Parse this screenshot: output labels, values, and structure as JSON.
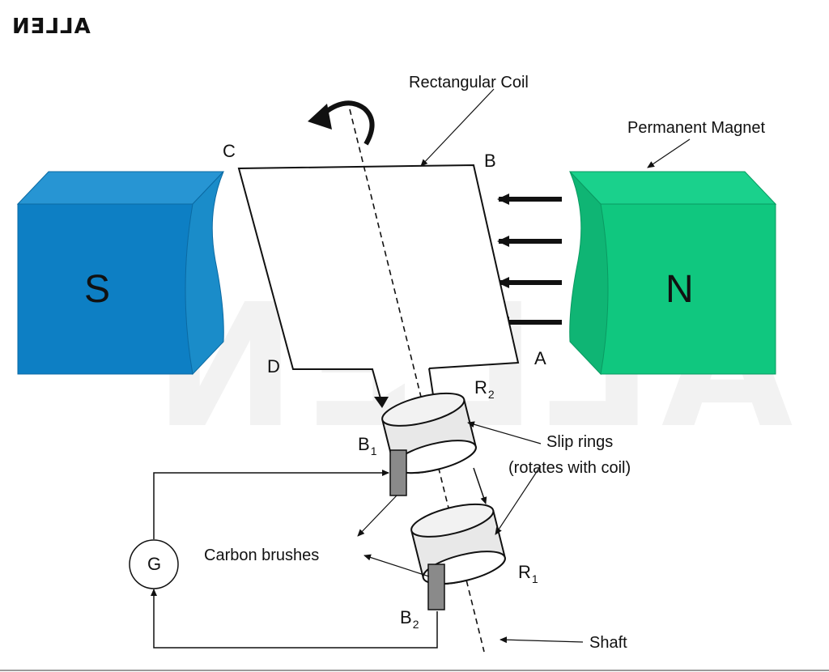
{
  "brand": "ALLEN",
  "labels": {
    "rectangular_coil": "Rectangular Coil",
    "permanent_magnet": "Permanent Magnet",
    "slip_rings_line1": "Slip rings",
    "slip_rings_line2": "(rotates with coil)",
    "carbon_brushes": "Carbon brushes",
    "shaft": "Shaft",
    "galvanometer": "G",
    "pole_s": "S",
    "pole_n": "N",
    "corner_a": "A",
    "corner_b": "B",
    "corner_c": "C",
    "corner_d": "D",
    "ring_r1": "R",
    "ring_r1_sub": "1",
    "ring_r2": "R",
    "ring_r2_sub": "2",
    "brush_b1": "B",
    "brush_b1_sub": "1",
    "brush_b2": "B",
    "brush_b2_sub": "2"
  },
  "colors": {
    "magnet_s_front": "#0d7fc4",
    "magnet_s_top": "#2795d3",
    "magnet_s_side": "#1a8cc9",
    "magnet_n_front": "#10c77f",
    "magnet_n_top": "#1ad18c",
    "magnet_n_side": "#0fb574",
    "slip_ring_fill": "#e8e8e8",
    "brush_fill": "#8a8a8a"
  }
}
